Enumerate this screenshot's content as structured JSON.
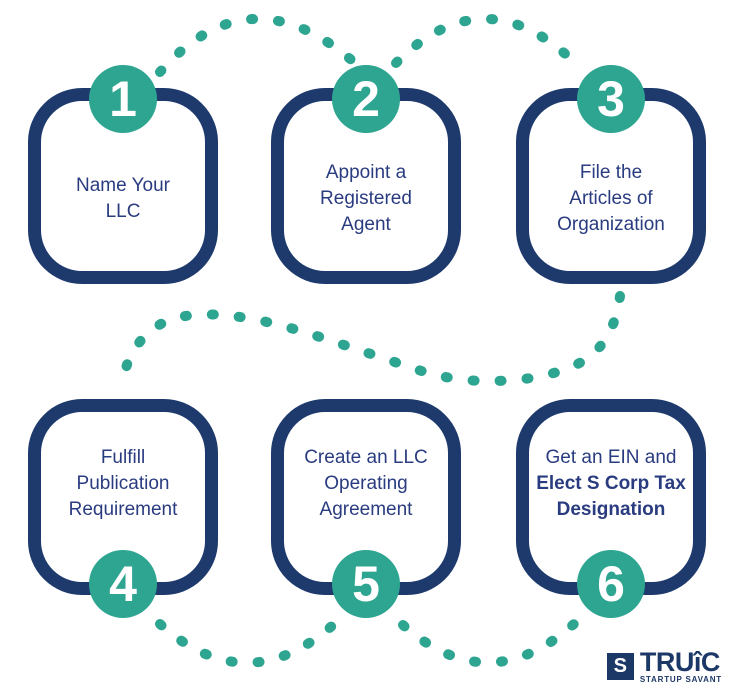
{
  "palette": {
    "navy_border": "#1e3a6d",
    "text_navy": "#2a3c80",
    "green": "#2da591",
    "logo_navy": "#1c3867",
    "background": "#ffffff"
  },
  "steps": [
    {
      "number": "1",
      "lines": [
        "Name Your",
        "LLC"
      ]
    },
    {
      "number": "2",
      "lines": [
        "Appoint a",
        "Registered",
        "Agent"
      ]
    },
    {
      "number": "3",
      "lines": [
        "File the",
        "Articles of",
        "Organization"
      ]
    },
    {
      "number": "4",
      "lines": [
        "Fulfill",
        "Publication",
        "Requirement"
      ]
    },
    {
      "number": "5",
      "lines": [
        "Create an LLC",
        "Operating",
        "Agreement"
      ]
    },
    {
      "number": "6",
      "lines": [
        "Get an EIN and",
        "Elect S Corp Tax",
        "Designation"
      ]
    }
  ],
  "logo": {
    "glyph": "S",
    "brand": "TRUîC",
    "tagline": "STARTUP SAVANT"
  }
}
